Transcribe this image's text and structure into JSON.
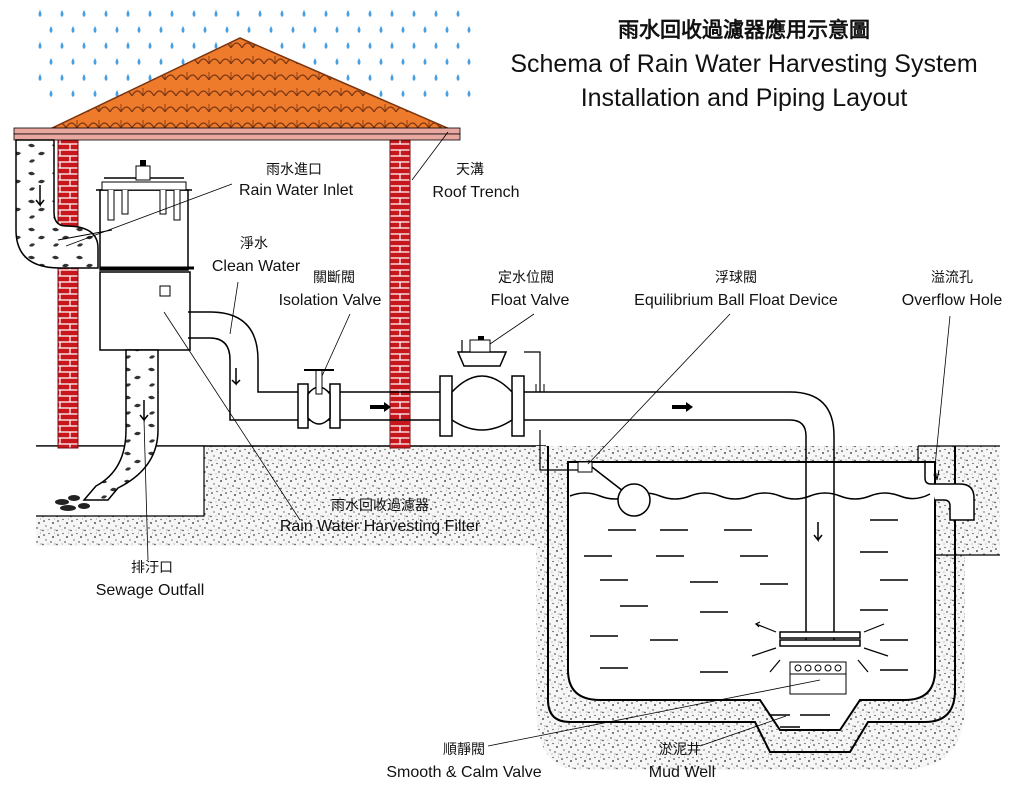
{
  "title": {
    "zh": "雨水回收過濾器應用示意圖",
    "en_line1": "Schema of Rain Water Harvesting System",
    "en_line2": "Installation and Piping Layout"
  },
  "labels": {
    "rain_inlet": {
      "zh": "雨水進口",
      "en": "Rain Water Inlet"
    },
    "roof_trench": {
      "zh": "天溝",
      "en": "Roof Trench"
    },
    "clean_water": {
      "zh": "淨水",
      "en": "Clean Water"
    },
    "isolation_valve": {
      "zh": "關斷閥",
      "en": "Isolation Valve"
    },
    "float_valve": {
      "zh": "定水位閥",
      "en": "Float Valve"
    },
    "ball_float": {
      "zh": "浮球閥",
      "en": "Equilibrium Ball Float Device"
    },
    "overflow_hole": {
      "zh": "溢流孔",
      "en": "Overflow Hole"
    },
    "filter": {
      "zh": "雨水回收過濾器",
      "en": "Rain Water Harvesting Filter"
    },
    "sewage_outfall": {
      "zh": "排汙口",
      "en": "Sewage Outfall"
    },
    "calm_valve": {
      "zh": "順靜閥",
      "en": "Smooth & Calm Valve"
    },
    "mud_well": {
      "zh": "淤泥井",
      "en": "Mud Well"
    }
  },
  "colors": {
    "rain": "#4a9fe0",
    "roof_tile": "#ee7a2c",
    "roof_outline": "#8a3a10",
    "brick": "#c8161d",
    "gutter": "#e8a8a0",
    "ground": "#f4f4f4"
  }
}
